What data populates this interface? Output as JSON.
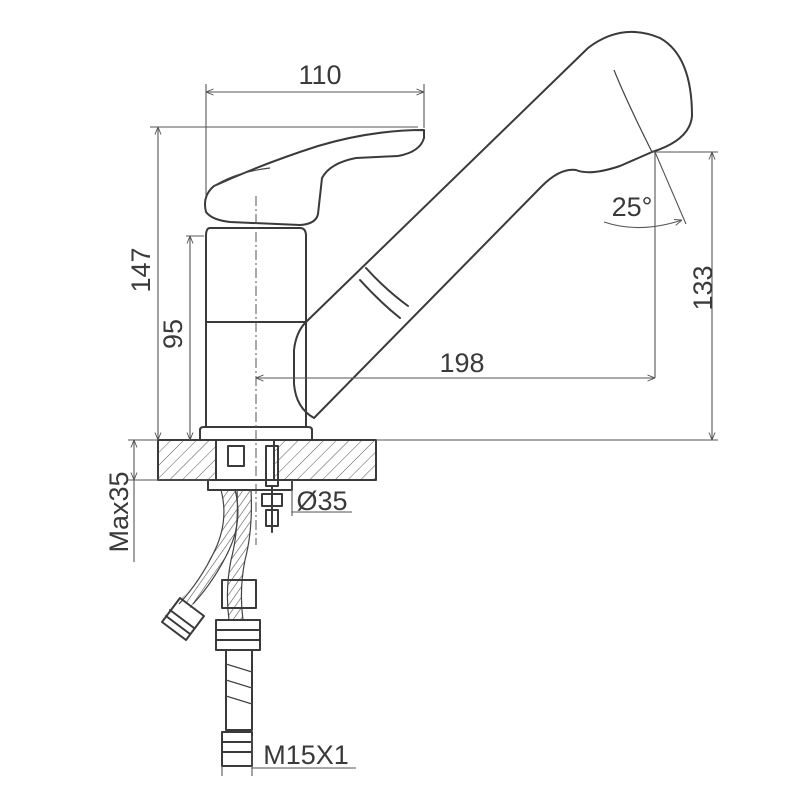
{
  "dimensions": {
    "width_handle": "110",
    "height_total": "147",
    "height_body": "95",
    "spout_reach": "198",
    "spout_height": "133",
    "spout_angle": "25°",
    "max_deck": "Max35",
    "hole_diameter": "Ø35",
    "thread": "M15X1"
  }
}
